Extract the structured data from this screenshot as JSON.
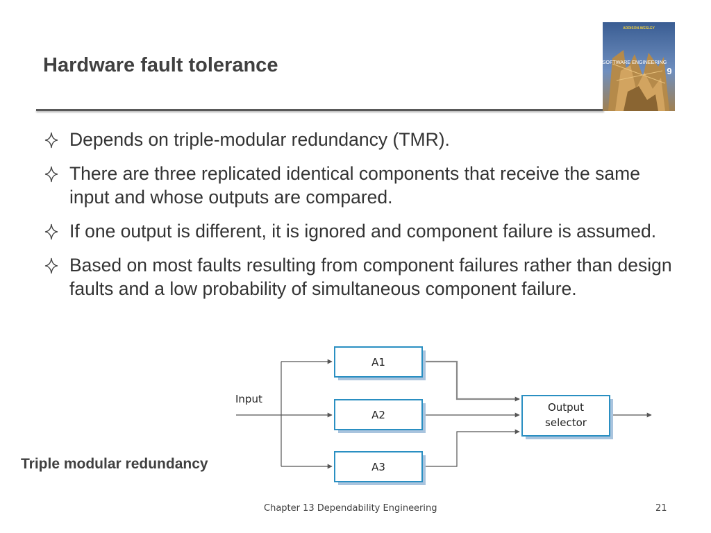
{
  "slide": {
    "title": "Hardware fault tolerance",
    "bullet_icon": "four-point-star-icon",
    "bullets": [
      "Depends on triple-modular redundancy (TMR).",
      "There are three replicated identical components that receive the same input and whose outputs are compared.",
      "If one output is different, it is ignored and component failure is assumed.",
      "Based on most faults resulting from  component failures rather than design faults and a low probability of simultaneous component failure."
    ]
  },
  "book_cover": {
    "publisher": "ADDISON-WESLEY",
    "title": "SOFTWARE ENGINEERING",
    "edition": "9"
  },
  "diagram": {
    "input_label": "Input",
    "components": [
      "A1",
      "A2",
      "A3"
    ],
    "selector_line1": "Output",
    "selector_line2": "selector",
    "colors": {
      "box_border": "#2a8fc2",
      "box_shadow": "#a9c4de",
      "line": "#555555"
    }
  },
  "caption": "Triple modular redundancy",
  "footer": {
    "text": "Chapter 13 Dependability Engineering",
    "page_number": "21"
  }
}
